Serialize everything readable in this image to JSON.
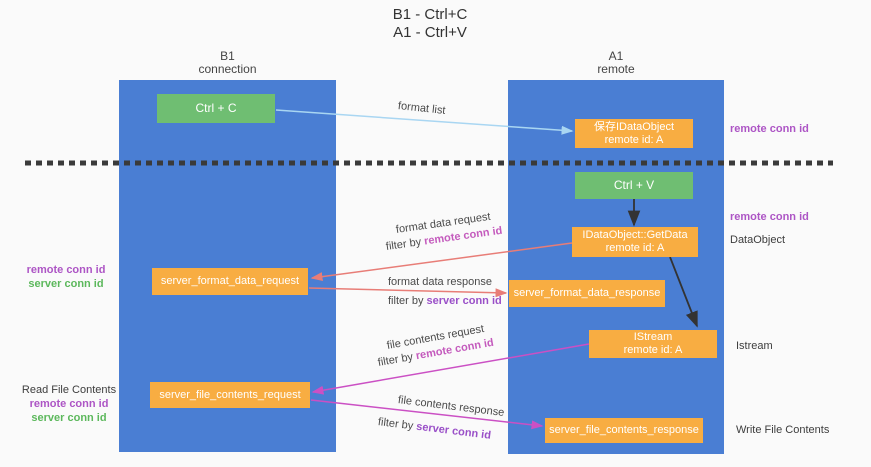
{
  "title": {
    "line1": "B1 - Ctrl+C",
    "line2": "A1 - Ctrl+V"
  },
  "lanes": {
    "left": {
      "name": "B1",
      "subtitle": "connection"
    },
    "right": {
      "name": "A1",
      "subtitle": "remote"
    }
  },
  "nodes": {
    "ctrl_c": "Ctrl + C",
    "ctrl_v": "Ctrl + V",
    "save_dataobject": {
      "line1": "保存IDataObject",
      "line2": "remote id: A"
    },
    "getdata": {
      "line1": "IDataObject::GetData",
      "line2": "remote id: A"
    },
    "istream": {
      "line1": "IStream",
      "line2": "remote id: A"
    },
    "server_format_data_request": "server_format_data_request",
    "server_format_data_response": "server_format_data_response",
    "server_file_contents_request": "server_file_contents_request",
    "server_file_contents_response": "server_file_contents_response"
  },
  "annotations": {
    "format_list": "format list",
    "format_data_request": "format data request",
    "format_data_response": "format data response",
    "file_contents_request": "file contents request",
    "file_contents_response": "file contents response",
    "filter_by": "filter by",
    "remote_conn_id": "remote conn id",
    "server_conn_id": "server conn id"
  },
  "side_labels": {
    "remote_conn_id": "remote conn id",
    "server_conn_id": "server conn id",
    "dataobject": "DataObject",
    "istream": "Istream",
    "read_file_contents": "Read File Contents",
    "write_file_contents": "Write File Contents"
  },
  "colors": {
    "lane_blue": "#4a7ed3",
    "node_green": "#6fbe72",
    "node_orange": "#f8ad42",
    "arrow_light_blue": "#a9d6f2",
    "arrow_salmon": "#e87d77",
    "arrow_magenta": "#cb50c4",
    "arrow_black": "#333333",
    "label_purple": "#ad55c5",
    "label_green": "#5cb85c"
  }
}
